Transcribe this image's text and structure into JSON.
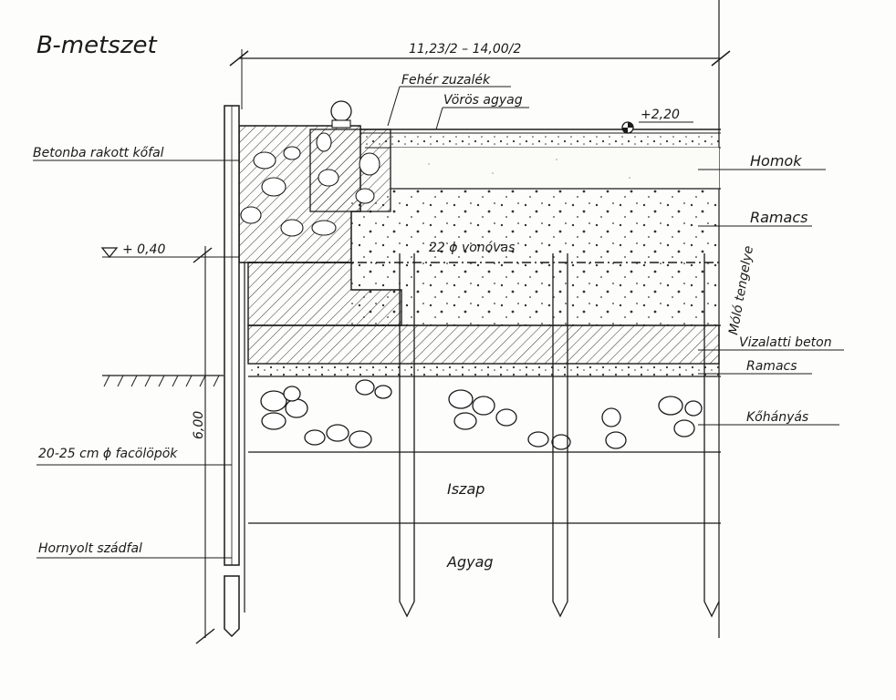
{
  "title": "B-metszet",
  "dimension_top": "11,23/2 – 14,00/2",
  "elevation_top": "+2,20",
  "elevation_low": "+ 0,40",
  "pile_depth": "6,00",
  "axis_label": "Móló tengelye",
  "labels_left": {
    "wall": "Betonba rakott kőfal",
    "piles": "20-25 cm ϕ facölöpök",
    "sheet_wall": "Hornyolt szádfal"
  },
  "labels_top": {
    "white_gravel": "Fehér zuzalék",
    "red_clay": "Vörös agyag"
  },
  "labels_right": {
    "sand": "Homok",
    "rubble_upper": "Ramacs",
    "underwater_concrete": "Vizalatti beton",
    "rubble_lower": "Ramacs",
    "rockfill": "Kőhányás"
  },
  "labels_inner": {
    "tie_rod": "22 ϕ vonóvas",
    "silt": "Iszap",
    "clay": "Agyag"
  }
}
